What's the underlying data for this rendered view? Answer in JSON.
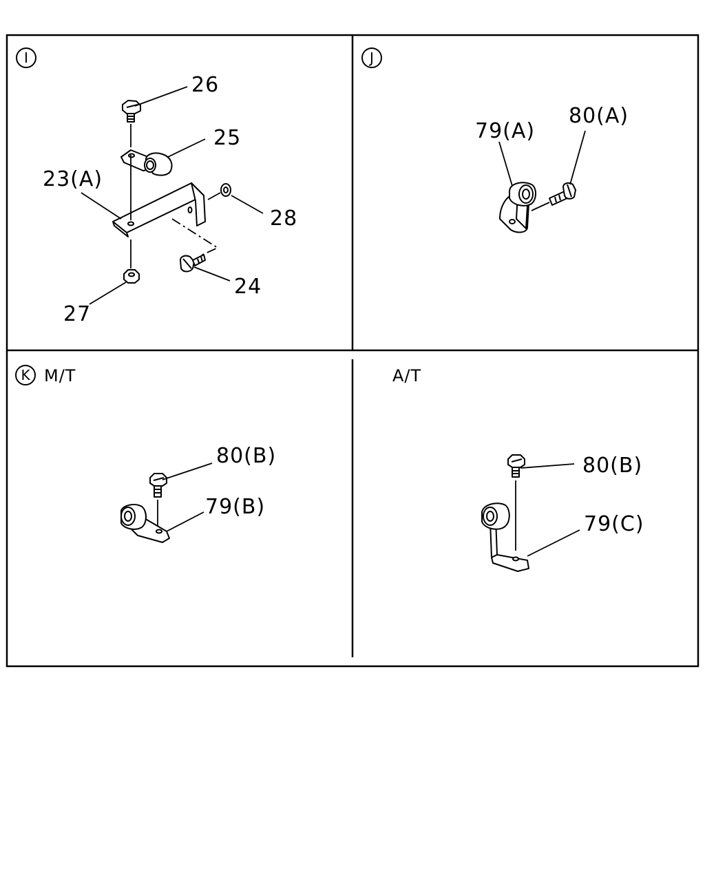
{
  "panels": {
    "i": {
      "marker": "I"
    },
    "j": {
      "marker": "J"
    },
    "k": {
      "marker": "K",
      "variant": "M/T"
    },
    "at": {
      "variant": "A/T"
    }
  },
  "callouts": {
    "p26": "26",
    "p25": "25",
    "p23a": "23(A)",
    "p28": "28",
    "p24": "24",
    "p27": "27",
    "p79a": "79(A)",
    "p80a": "80(A)",
    "p80b_mt": "80(B)",
    "p79b": "79(B)",
    "p80b_at": "80(B)",
    "p79c": "79(C)"
  }
}
